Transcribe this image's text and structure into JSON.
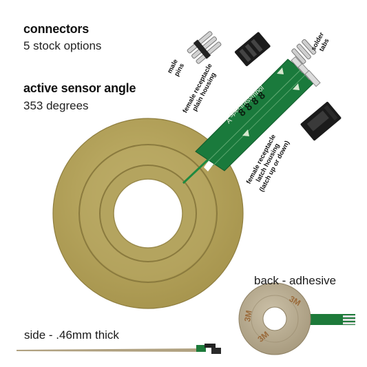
{
  "headings": {
    "connectors_title": "connectors",
    "connectors_sub": "5 stock options",
    "angle_title": "active sensor angle",
    "angle_sub": "353 degrees"
  },
  "labels": {
    "male_pins": [
      "male",
      "pins"
    ],
    "plain_housing": [
      "female receptacle",
      "plain housing"
    ],
    "solder_tabs": [
      "solder",
      "tabs"
    ],
    "latch_housing": [
      "female receptacle",
      "latch housing",
      "(latch up or down)"
    ]
  },
  "captions": {
    "back": "back - adhesive",
    "side": "side - .46mm thick"
  },
  "pcb": {
    "brand": "spectrasymbol",
    "letter": "A",
    "digits": "8 8 8 8"
  },
  "liner_marks": [
    "3M",
    "3M",
    "3M"
  ],
  "colors": {
    "ring_gold": "#b3a25e",
    "ring_groove": "#8a7a3e",
    "pcb_green": "#1a7a3c",
    "liner_tan": "#b9ad95"
  }
}
